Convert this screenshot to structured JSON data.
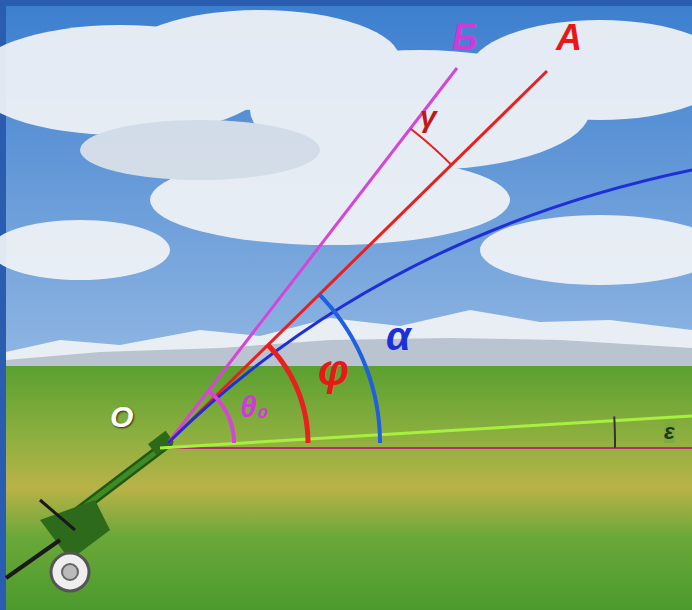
{
  "diagram": {
    "labels": [
      "Б",
      "А",
      "γ",
      "α",
      "φ",
      "θ₀",
      "О",
      "ε"
    ]
  }
}
